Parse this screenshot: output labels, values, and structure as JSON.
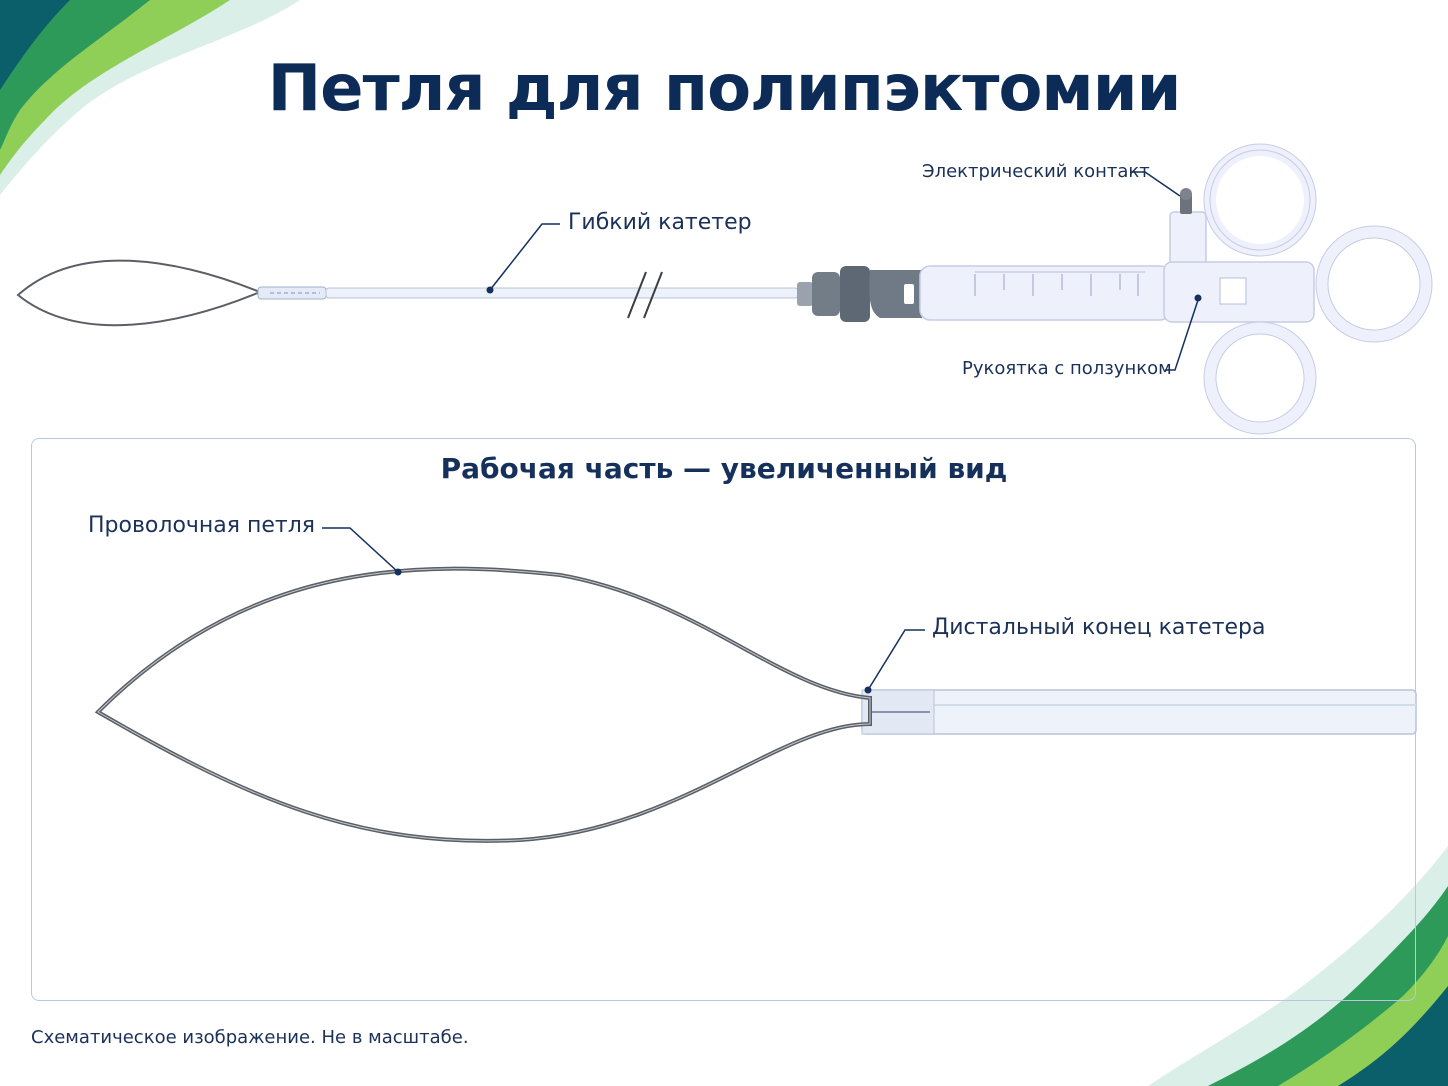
{
  "title": "Петля для полипэктомии",
  "labels": {
    "catheter": "Гибкий катетер",
    "contact": "Электрический контакт",
    "handle": "Рукоятка с ползунком",
    "loop": "Проволочная петля",
    "distal": "Дистальный конец катетера"
  },
  "zoom": {
    "title": "Рабочая часть — увеличенный вид"
  },
  "footnote": "Схематическое изображение. Не в масштабе.",
  "colors": {
    "title": "#0d2b57",
    "accent_green": "#6fbf2a",
    "accent_teal": "#0a6a6a",
    "wire": "#5a5f66",
    "handle": "#eef0fb"
  }
}
